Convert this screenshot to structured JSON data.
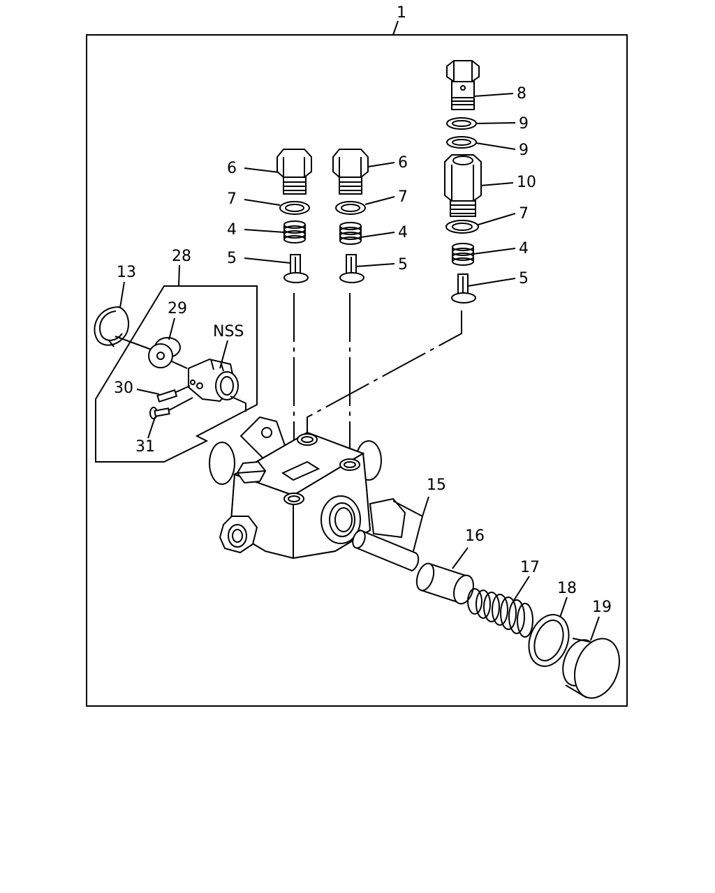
{
  "diagram": {
    "callouts": {
      "c1": "1",
      "c8": "8",
      "c9a": "9",
      "c9b": "9",
      "c10": "10",
      "c6a": "6",
      "c6b": "6",
      "c7a": "7",
      "c7b": "7",
      "c7c": "7",
      "c4a": "4",
      "c4b": "4",
      "c4c": "4",
      "c5a": "5",
      "c5b": "5",
      "c5c": "5",
      "c13": "13",
      "c28": "28",
      "c29": "29",
      "nss": "NSS",
      "c30": "30",
      "c31": "31",
      "c15": "15",
      "c16": "16",
      "c17": "17",
      "c18": "18",
      "c19": "19"
    }
  }
}
